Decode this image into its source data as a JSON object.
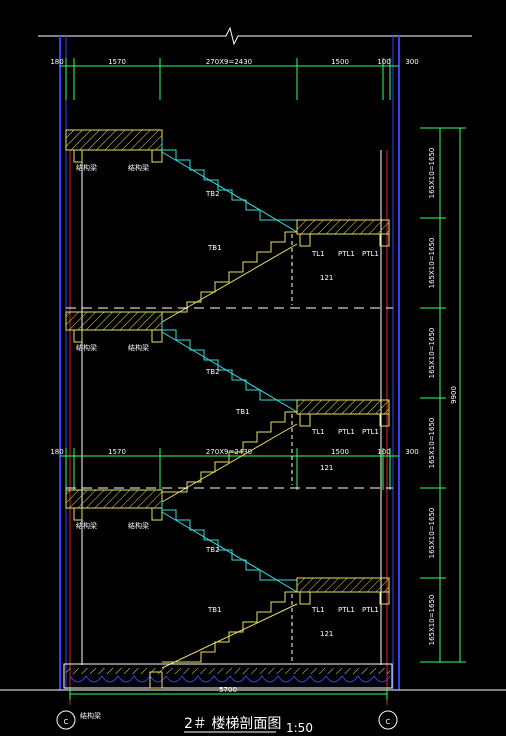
{
  "dims_top": {
    "left_offset": "180",
    "left_span": "1570",
    "stair_span": "270X9=2430",
    "right_span": "1500",
    "right_offset": "100",
    "right_outer": "300"
  },
  "dims_mid": {
    "left_offset": "180",
    "left_span": "1570",
    "stair_span": "270X9=2430",
    "right_span": "1500",
    "right_offset": "100",
    "right_outer": "300"
  },
  "dims_right": [
    "165X10=1650",
    "165X10=1650",
    "165X10=1650",
    "165X10=1650",
    "165X10=1650",
    "165X10=1650"
  ],
  "total_height": "9900",
  "bottom_dim": "5700",
  "labels": {
    "beam_a": "结构梁",
    "beam_b": "结构梁",
    "tb2": "TB2",
    "tb1": "TB1",
    "tl1": "TL1",
    "ptl1": "PTL1",
    "h121": "121"
  },
  "axis_left": "C",
  "axis_right": "C",
  "bottom_beam_label": "结构梁",
  "title": "2＃ 楼梯剖面图",
  "scale": "1:50",
  "colors": {
    "background": "#000000",
    "wall_blue": "#3b3bff",
    "axis_red": "#e02020",
    "dim_green": "#33ff66",
    "stair_cyan": "#33dddd",
    "stair_yellow": "#e8e060",
    "white": "#ffffff"
  }
}
